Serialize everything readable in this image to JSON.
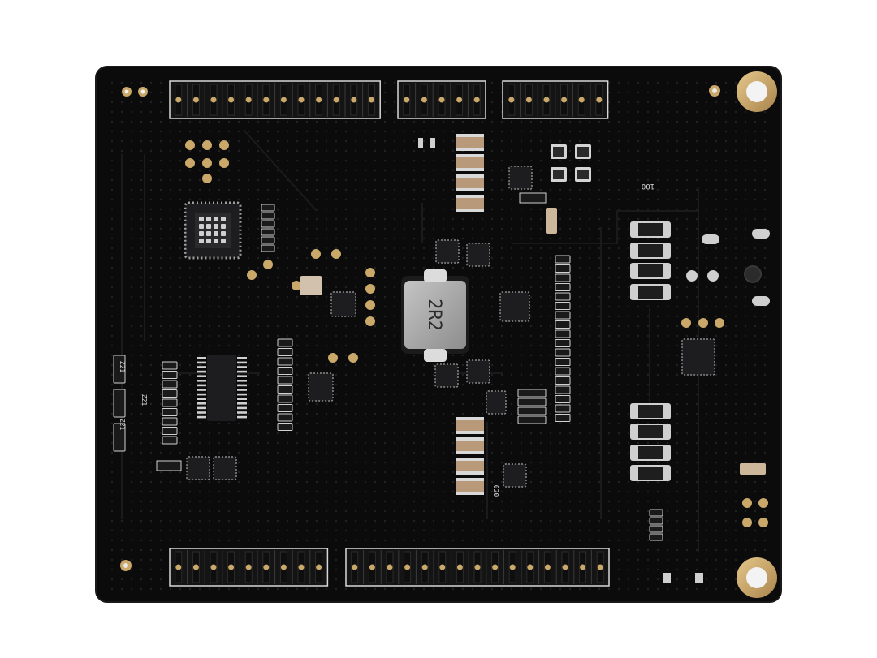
{
  "photo": {
    "subject": "pcb-board-bottom",
    "colors": {
      "background": "#ffffff",
      "board": "#0b0b0c",
      "board_edge": "#1a1a1c",
      "gold": "#c9a86a",
      "silver": "#cfcfcf",
      "header_housing": "#141414",
      "header_outline": "#d8d8d8",
      "chip": "#1d1d1f",
      "inductor": "#a7a7a7",
      "ceramic_cap": "#b89a7a"
    }
  },
  "silkscreen": {
    "inductor_marking": "2R2",
    "top_right_marking": "100",
    "diode_marking_1": "Z21",
    "diode_marking_2": "Z21",
    "diode_marking_3": "Z21",
    "small_part_marking": "020"
  }
}
